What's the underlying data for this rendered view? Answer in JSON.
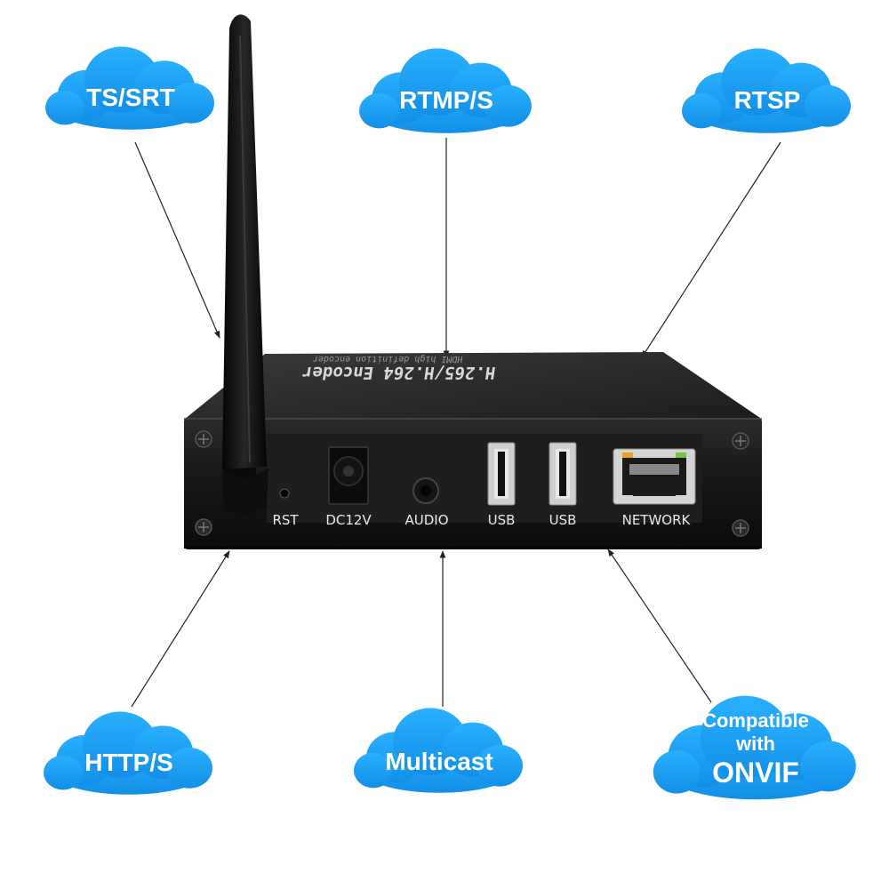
{
  "clouds": {
    "ts_srt": "TS/SRT",
    "rtmp_s": "RTMP/S",
    "rtsp": "RTSP",
    "http_s": "HTTP/S",
    "multicast": "Multicast",
    "onvif_line1": "Compatible",
    "onvif_line2": "with",
    "onvif_line3": "ONVIF"
  },
  "device": {
    "top_title": "H.265/H.264 Encoder",
    "top_subtitle": "HDMI high definition encoder",
    "ports": {
      "rst": "RST",
      "dc": "DC12V",
      "audio": "AUDIO",
      "usb1": "USB",
      "usb2": "USB",
      "network": "NETWORK"
    }
  },
  "colors": {
    "cloud": "#1f9ff0",
    "cloud_dark": "#1287d6",
    "device_body": "#151515",
    "device_top": "#2a2a2a",
    "line": "#222222"
  }
}
